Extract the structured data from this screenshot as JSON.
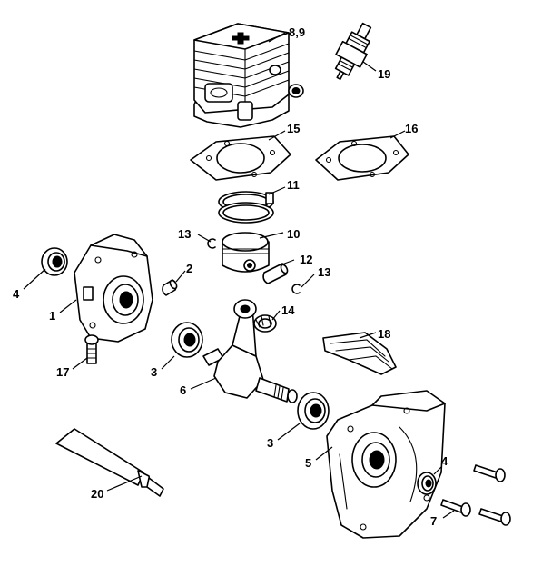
{
  "callouts": [
    {
      "id": "c1",
      "text": "8,9"
    },
    {
      "id": "c2",
      "text": "19"
    },
    {
      "id": "c3",
      "text": "15"
    },
    {
      "id": "c4",
      "text": "16"
    },
    {
      "id": "c5",
      "text": "11"
    },
    {
      "id": "c6",
      "text": "13"
    },
    {
      "id": "c7",
      "text": "10"
    },
    {
      "id": "c8",
      "text": "12"
    },
    {
      "id": "c9",
      "text": "13"
    },
    {
      "id": "c10",
      "text": "2"
    },
    {
      "id": "c11",
      "text": "4"
    },
    {
      "id": "c12",
      "text": "1"
    },
    {
      "id": "c13",
      "text": "14"
    },
    {
      "id": "c14",
      "text": "18"
    },
    {
      "id": "c15",
      "text": "17"
    },
    {
      "id": "c16",
      "text": "3"
    },
    {
      "id": "c17",
      "text": "6"
    },
    {
      "id": "c18",
      "text": "3"
    },
    {
      "id": "c19",
      "text": "5"
    },
    {
      "id": "c20",
      "text": "4"
    },
    {
      "id": "c21",
      "text": "20"
    },
    {
      "id": "c22",
      "text": "7"
    }
  ]
}
